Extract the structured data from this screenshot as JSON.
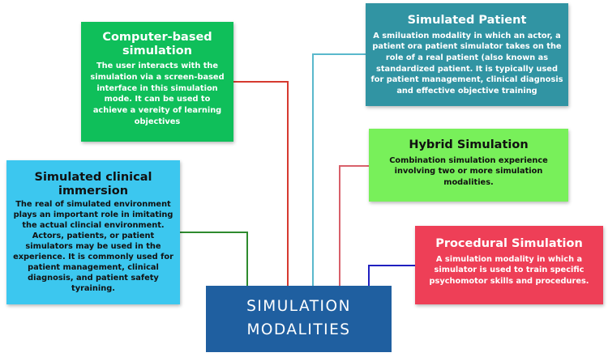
{
  "center": {
    "title": "SIMULATION MODALITIES"
  },
  "nodes": {
    "computer_based": {
      "title": "Computer-based simulation",
      "description": "The user interacts with the simulation via a screen-based interface in this simulation mode. It can be used to achieve a vereity of learning objectives",
      "color": "#0fbf5a",
      "connector_color": "#d63a2f"
    },
    "simulated_patient": {
      "title": "Simulated Patient",
      "description": "A smiluation modality in which an actor, a patient ora patient simulator takes on the role of a real patient (also known as standardized patient. It is typically used for patient management, clinical diagnosis and effective  objective training",
      "color": "#3194a3",
      "connector_color": "#5ab8cc"
    },
    "hybrid": {
      "title": "Hybrid Simulation",
      "description": "Combination simulation experience involving two or more simulation modalities.",
      "color": "#78f05a",
      "connector_color": "#d8606a"
    },
    "procedural": {
      "title": "Procedural Simulation",
      "description": "A simulation modality in which a simulator is used to train specific psychomotor skills and  procedures.",
      "color": "#ee3f57",
      "connector_color": "#2020c0"
    },
    "immersion": {
      "title": "Simulated clinical immersion",
      "description": "The real of simulated environment plays an important role in imitating the actual clincial environment. Actors, patients, or patient simulators may be used in the experience. It is commonly used for patient management, clinical diagnosis, and patient safety tyraining.",
      "color": "#3cc7ef",
      "connector_color": "#2e8b2e"
    }
  }
}
